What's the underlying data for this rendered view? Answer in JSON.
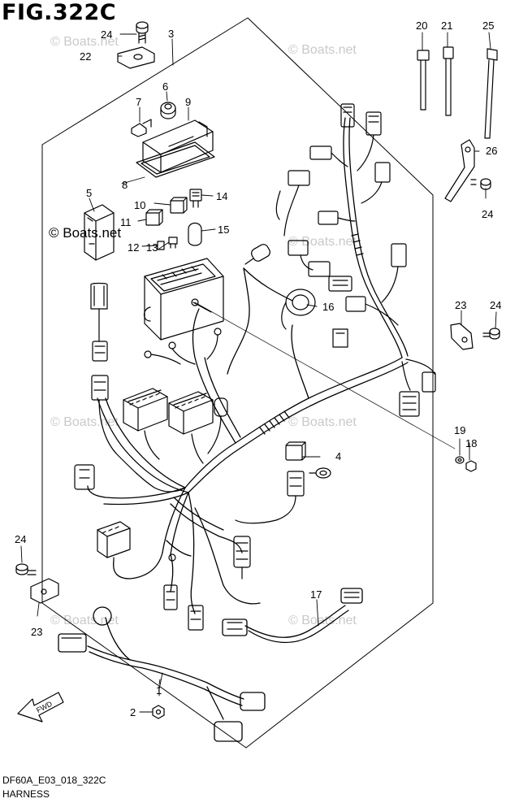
{
  "figure": {
    "title": "FIG.322C",
    "code": "DF60A_E03_018_322C",
    "name": "HARNESS"
  },
  "watermark": {
    "text": "© Boats.net"
  },
  "fwd_label": "FWD",
  "callouts": [
    {
      "id": "c1",
      "label": "1"
    },
    {
      "id": "c2",
      "label": "2"
    },
    {
      "id": "c3",
      "label": "3"
    },
    {
      "id": "c4",
      "label": "4"
    },
    {
      "id": "c5",
      "label": "5"
    },
    {
      "id": "c6",
      "label": "6"
    },
    {
      "id": "c7",
      "label": "7"
    },
    {
      "id": "c8",
      "label": "8"
    },
    {
      "id": "c9",
      "label": "9"
    },
    {
      "id": "c10",
      "label": "10"
    },
    {
      "id": "c11",
      "label": "11"
    },
    {
      "id": "c12",
      "label": "12"
    },
    {
      "id": "c13",
      "label": "13"
    },
    {
      "id": "c14",
      "label": "14"
    },
    {
      "id": "c15",
      "label": "15"
    },
    {
      "id": "c16",
      "label": "16"
    },
    {
      "id": "c17",
      "label": "17"
    },
    {
      "id": "c18",
      "label": "18"
    },
    {
      "id": "c19",
      "label": "19"
    },
    {
      "id": "c20",
      "label": "20"
    },
    {
      "id": "c21",
      "label": "21"
    },
    {
      "id": "c22",
      "label": "22"
    },
    {
      "id": "c23a",
      "label": "23"
    },
    {
      "id": "c23b",
      "label": "23"
    },
    {
      "id": "c24a",
      "label": "24"
    },
    {
      "id": "c24b",
      "label": "24"
    },
    {
      "id": "c24c",
      "label": "24"
    },
    {
      "id": "c24d",
      "label": "24"
    },
    {
      "id": "c25",
      "label": "25"
    },
    {
      "id": "c26",
      "label": "26"
    }
  ]
}
